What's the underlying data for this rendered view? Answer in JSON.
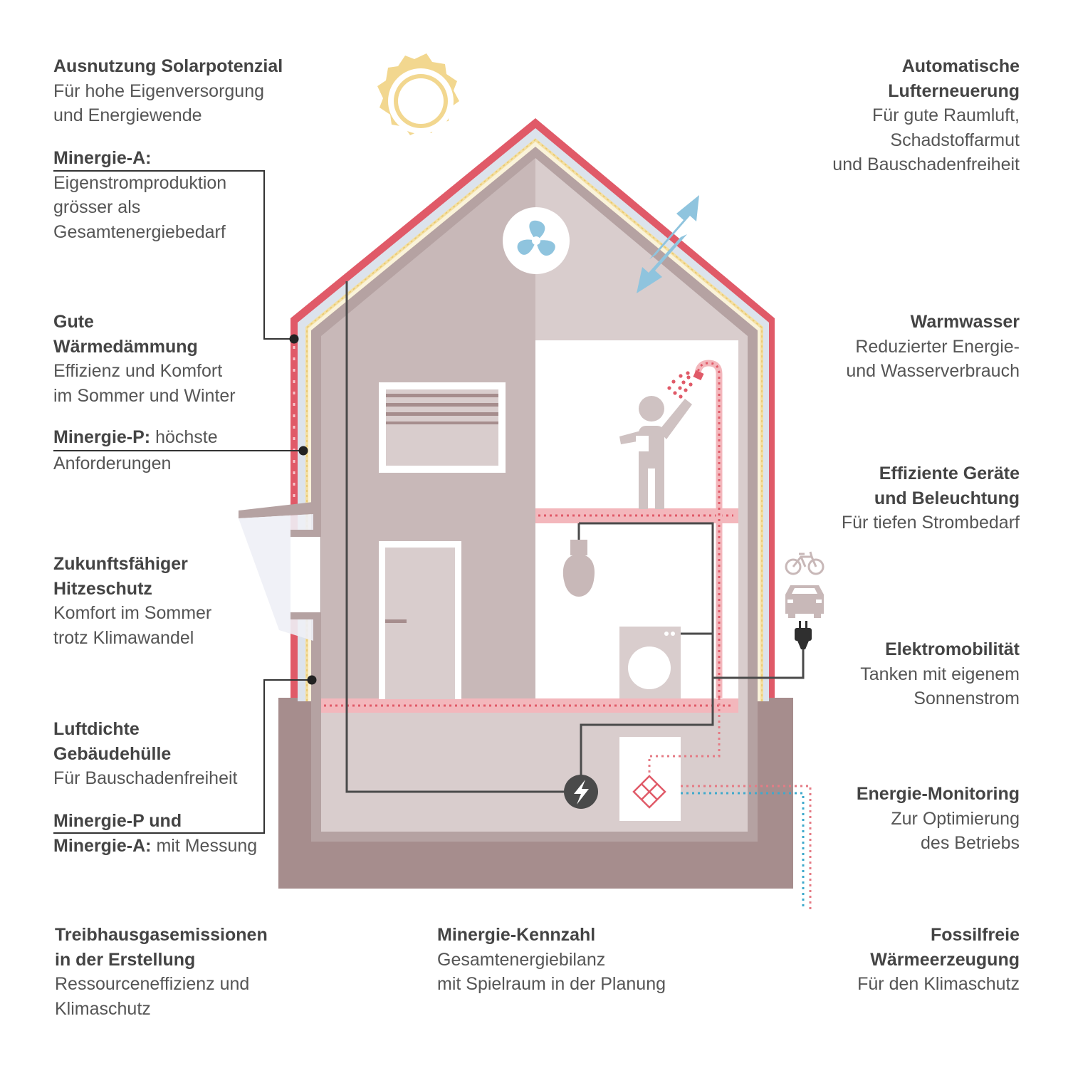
{
  "colors": {
    "wall_left": "#c8b8b8",
    "wall_right": "#d9cdcd",
    "foundation": "#a68d8d",
    "roof_red": "#e05a68",
    "insulation_blue": "#dce3ec",
    "yellow_layer": "#f3dfa2",
    "sun": "#f2d78f",
    "fan_blue": "#8fc4de",
    "air_arrow_blue": "#8fc4de",
    "warm_red": "#e57b85",
    "cold_blue": "#3ea9cc",
    "cable_dark": "#4a4a4a",
    "text": "#555555"
  },
  "icons": [
    "sun-icon",
    "fan-icon",
    "air-exchange-arrows-icon",
    "shower-icon",
    "person-icon",
    "light-bulb-icon",
    "washing-machine-icon",
    "bicycle-icon",
    "car-icon",
    "plug-icon",
    "lightning-icon",
    "heat-pump-icon",
    "window-icon",
    "door-icon"
  ],
  "labels": {
    "solar": {
      "title": "Ausnutzung Solarpotenzial",
      "lines": [
        "Für hohe Eigenversorgung",
        "und Energiewende"
      ],
      "sub_bold": "Minergie-A:",
      "sub_lines": [
        "Eigenstromproduktion",
        "grösser als",
        "Gesamtenergiebedarf"
      ]
    },
    "insulation": {
      "title_lines": [
        "Gute",
        "Wärmedämmung"
      ],
      "lines": [
        "Effizienz und Komfort",
        "im Sommer und Winter"
      ],
      "sub_bold": "Minergie-P:",
      "sub_rest": " höchste",
      "sub_line2": "Anforderungen"
    },
    "heat_protection": {
      "title_lines": [
        "Zukunftsfähiger",
        "Hitzeschutz"
      ],
      "lines": [
        "Komfort im Sommer",
        "trotz Klimawandel"
      ]
    },
    "airtight": {
      "title_lines": [
        "Luftdichte",
        "Gebäudehülle"
      ],
      "lines": [
        "Für Bauschadenfreiheit"
      ],
      "sub_line1": "Minergie-P und",
      "sub_bold": "Minergie-A:",
      "sub_rest": " mit Messung"
    },
    "emissions": {
      "title_lines": [
        "Treibhausgasemissionen",
        "in der Erstellung"
      ],
      "lines": [
        "Ressourceneffizienz und",
        "Klimaschutz"
      ]
    },
    "kennzahl": {
      "title": "Minergie-Kennzahl",
      "lines": [
        "Gesamtenergiebilanz",
        "mit Spielraum in der Planung"
      ]
    },
    "ventilation": {
      "title_lines": [
        "Automatische",
        "Lufterneuerung"
      ],
      "lines": [
        "Für gute Raumluft,",
        "Schadstoffarmut",
        "und Bauschadenfreiheit"
      ]
    },
    "hot_water": {
      "title": "Warmwasser",
      "lines": [
        "Reduzierter Energie-",
        "und Wasserverbrauch"
      ]
    },
    "appliances": {
      "title_lines": [
        "Effiziente Geräte",
        "und Beleuchtung"
      ],
      "lines": [
        "Für tiefen Strombedarf"
      ]
    },
    "emobility": {
      "title": "Elektromobilität",
      "lines": [
        "Tanken mit eigenem",
        "Sonnenstrom"
      ]
    },
    "monitoring": {
      "title": "Energie-Monitoring",
      "lines": [
        "Zur Optimierung",
        "des Betriebs"
      ]
    },
    "heating": {
      "title_lines": [
        "Fossilfreie",
        "Wärmeerzeugung"
      ],
      "lines": [
        "Für den Klimaschutz"
      ]
    }
  }
}
